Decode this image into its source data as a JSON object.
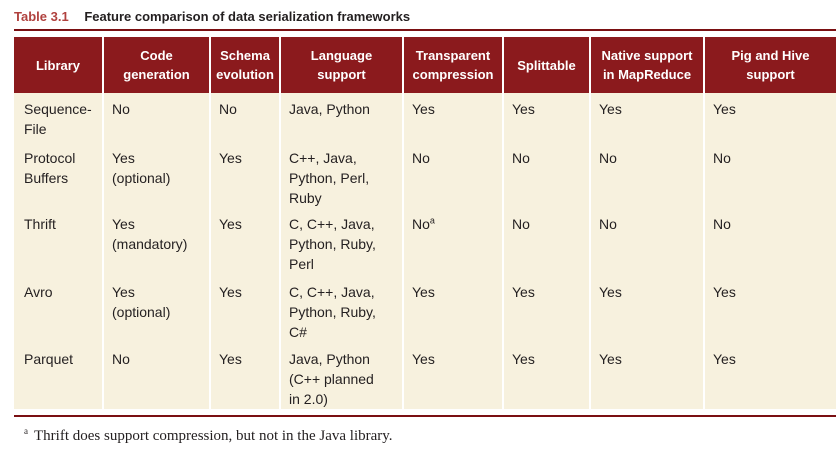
{
  "caption": {
    "number": "Table 3.1",
    "title": "Feature comparison of data serialization frameworks"
  },
  "table": {
    "headers": [
      [
        "Library"
      ],
      [
        "Code",
        "generation"
      ],
      [
        "Schema",
        "evolution"
      ],
      [
        "Language",
        "support"
      ],
      [
        "Transparent",
        "compression"
      ],
      [
        "Splittable"
      ],
      [
        "Native support",
        "in MapReduce"
      ],
      [
        "Pig and Hive",
        "support"
      ]
    ],
    "rows": [
      [
        [
          "Sequence-",
          "File"
        ],
        [
          "No"
        ],
        [
          "No"
        ],
        [
          "Java, Python"
        ],
        [
          "Yes"
        ],
        [
          "Yes"
        ],
        [
          "Yes"
        ],
        [
          "Yes"
        ]
      ],
      [
        [
          "Protocol",
          "Buffers"
        ],
        [
          "Yes",
          "(optional)"
        ],
        [
          "Yes"
        ],
        [
          "C++, Java,",
          "Python, Perl,",
          "Ruby"
        ],
        [
          "No"
        ],
        [
          "No"
        ],
        [
          "No"
        ],
        [
          "No"
        ]
      ],
      [
        [
          "Thrift"
        ],
        [
          "Yes",
          "(mandatory)"
        ],
        [
          "Yes"
        ],
        [
          "C, C++, Java,",
          "Python, Ruby,",
          "Perl"
        ],
        [
          "No"
        ],
        [
          "No"
        ],
        [
          "No"
        ],
        [
          "No"
        ]
      ],
      [
        [
          "Avro"
        ],
        [
          "Yes",
          "(optional)"
        ],
        [
          "Yes"
        ],
        [
          "C, C++, Java,",
          "Python, Ruby,",
          "C#"
        ],
        [
          "Yes"
        ],
        [
          "Yes"
        ],
        [
          "Yes"
        ],
        [
          "Yes"
        ]
      ],
      [
        [
          "Parquet"
        ],
        [
          "No"
        ],
        [
          "Yes"
        ],
        [
          "Java, Python",
          "(C++ planned",
          "in 2.0)"
        ],
        [
          "Yes"
        ],
        [
          "Yes"
        ],
        [
          "Yes"
        ],
        [
          "Yes"
        ]
      ]
    ]
  },
  "thrift_compression_marker": "a",
  "footnote": {
    "marker": "a",
    "text": "Thrift does support compression, but not in the Java library."
  },
  "colors": {
    "header_bg": "#8b1a1d",
    "cell_bg": "#f7f1de",
    "caption_number": "#b0413e",
    "rule": "#7a0f12"
  }
}
